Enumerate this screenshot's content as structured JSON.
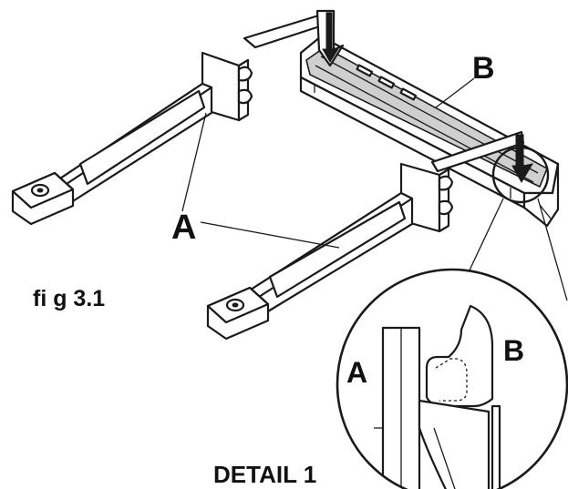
{
  "labels": {
    "bracket": "A",
    "rail": "B",
    "detail_a": "A",
    "detail_b": "B",
    "figure": "fi g 3.1",
    "detail_caption": "DETAIL 1"
  },
  "colors": {
    "ink": "#1a1a1a",
    "shade": "#cfcfcf",
    "background": "#ffffff"
  }
}
